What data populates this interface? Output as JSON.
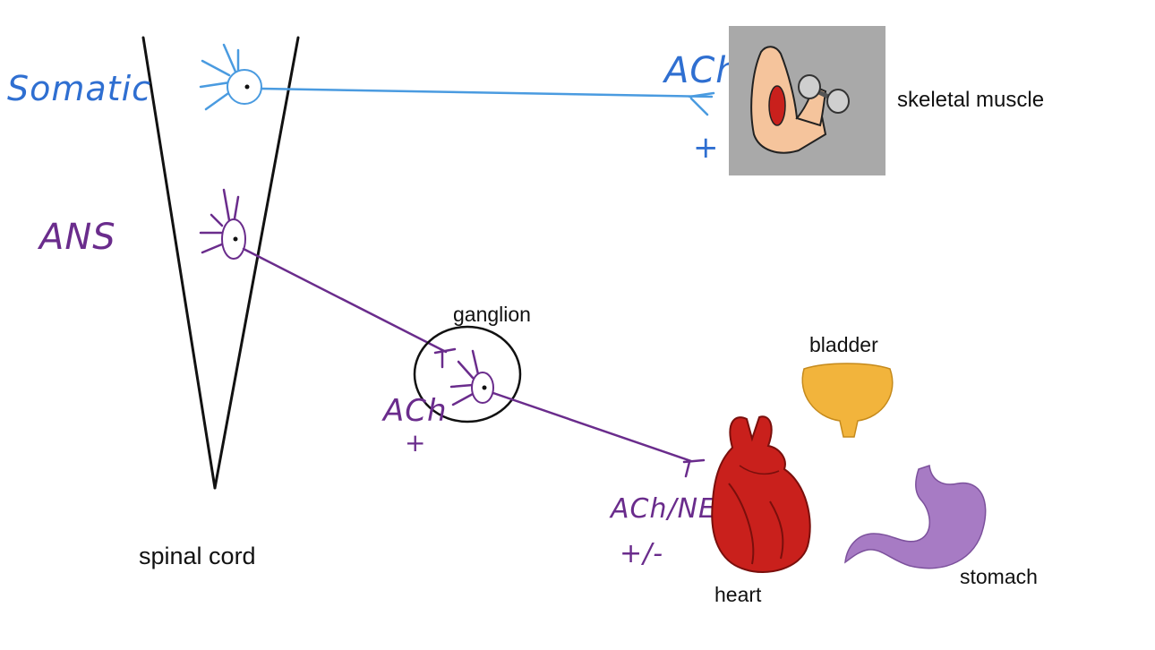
{
  "colors": {
    "somatic": "#4a8fd8",
    "somatic_text": "#2f6fd1",
    "ans": "#6a2c8c",
    "black": "#111111",
    "muscle_bg": "#a9a9a9",
    "bladder": "#f2b43c",
    "stomach": "#a77bc4",
    "heart": "#c9201c"
  },
  "labels": {
    "somatic": "Somatic",
    "ans": "ANS",
    "spinal_cord": "spinal cord",
    "skeletal_muscle": "skeletal muscle",
    "ganglion": "ganglion",
    "bladder": "bladder",
    "heart": "heart",
    "stomach": "stomach"
  },
  "annotations": {
    "somatic_transmitter": "ACh",
    "somatic_effect": "+",
    "ganglion_transmitter": "ACh",
    "ganglion_effect": "+",
    "target_transmitter": "ACh/NE",
    "target_effect": "+/-"
  },
  "icons": [
    "neuron-cell-body-icon",
    "muscle-arm-dumbbell-icon",
    "bladder-icon",
    "heart-icon",
    "stomach-icon"
  ]
}
